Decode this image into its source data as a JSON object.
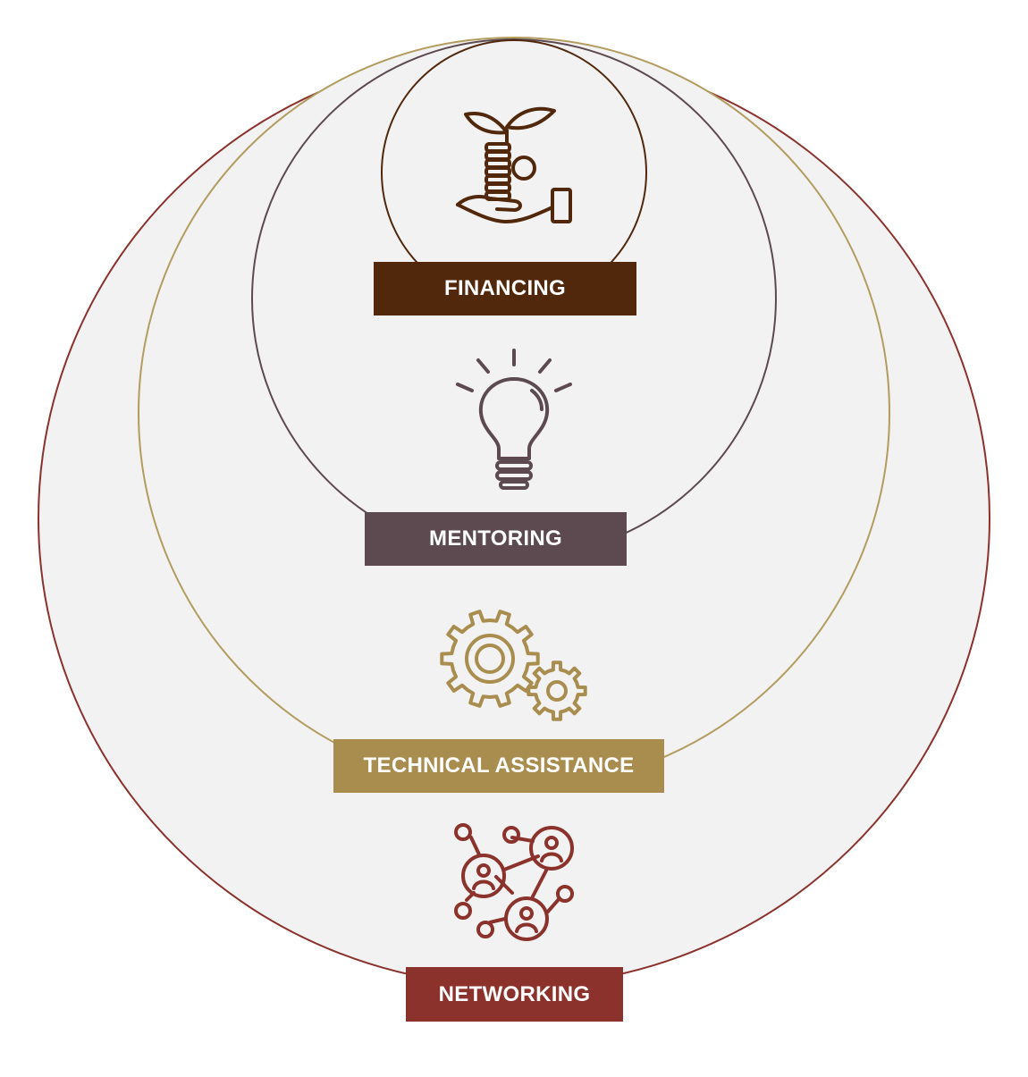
{
  "colors": {
    "background_fill": "#f2f2f2",
    "financing": "#52280c",
    "mentoring": "#5d4a50",
    "technical_assistance": "#a98d4e",
    "networking": "#8b322d",
    "mentoring_ring": "#5d4a50",
    "technical_ring": "#b39c5f",
    "networking_ring": "#8b322d",
    "label_text": "#ffffff"
  },
  "rings": [
    {
      "name": "networking",
      "label": "NETWORKING",
      "icon": "network-people-icon"
    },
    {
      "name": "technical_assistance",
      "label": "TECHNICAL ASSISTANCE",
      "icon": "gears-icon"
    },
    {
      "name": "mentoring",
      "label": "MENTORING",
      "icon": "lightbulb-icon"
    },
    {
      "name": "financing",
      "label": "FINANCING",
      "icon": "plant-coins-hand-icon"
    }
  ]
}
